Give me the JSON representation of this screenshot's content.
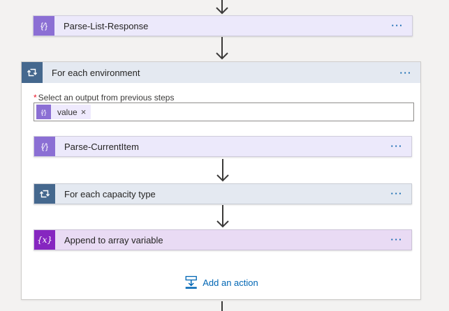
{
  "icons": {
    "parse_json_glyph": "{⁄}",
    "variable_glyph": "{x}",
    "more_glyph": "···",
    "close_glyph": "×",
    "required_marker": "*"
  },
  "colors": {
    "canvas_background": "#f3f2f1",
    "parse_icon_purple": "#8b6fd4",
    "parse_card_bg": "#ece9fb",
    "foreach_icon_slate": "#45688e",
    "foreach_card_bg": "#e4e9f1",
    "variable_icon_purple": "#8626c0",
    "variable_card_bg": "#e9dbf4",
    "link_blue": "#0066b4",
    "arrow_gray": "#3b3a39"
  },
  "actions": {
    "parse_list_response": {
      "title": "Parse-List-Response"
    },
    "for_each_environment": {
      "title": "For each environment",
      "input_label": "Select an output from previous steps",
      "token_value": "value"
    },
    "parse_current_item": {
      "title": "Parse-CurrentItem"
    },
    "for_each_capacity_type": {
      "title": "For each capacity type"
    },
    "append_to_array_variable": {
      "title": "Append to array variable"
    },
    "add_action_label": "Add an action"
  }
}
